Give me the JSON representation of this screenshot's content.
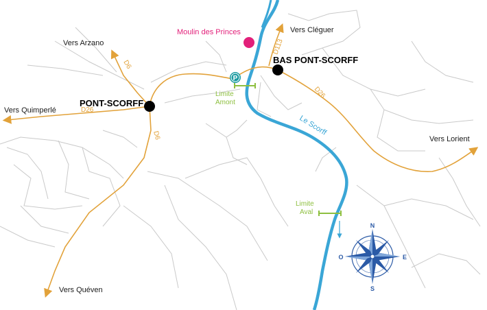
{
  "colors": {
    "road": "#e2a23a",
    "river": "#3aa6d6",
    "limit": "#8dbf3f",
    "poi": "#e2207a",
    "compass": "#2b5aa6",
    "minor_road": "#c9c9c9"
  },
  "towns": {
    "pont_scorff": "PONT-SCORFF",
    "bas_pont_scorff": "BAS PONT-SCORFF"
  },
  "poi": {
    "moulin": "Moulin des Princes"
  },
  "destinations": {
    "arzano": "Vers Arzano",
    "cleguer": "Vers Cléguer",
    "quimperle": "Vers Quimperlé",
    "lorient": "Vers Lorient",
    "queven": "Vers Quéven"
  },
  "roads": {
    "d6_north": "D6",
    "d6_south": "D6",
    "d26_west": "D26",
    "d26_east": "D26",
    "d113": "D113"
  },
  "river": {
    "name": "Le Scorff"
  },
  "limits": {
    "amont_line1": "Limite",
    "amont_line2": "Amont",
    "aval_line1": "Limite",
    "aval_line2": "Aval"
  },
  "compass": {
    "north": "N",
    "south": "S",
    "east": "E",
    "west": "O"
  },
  "icons": {
    "parking": "parking-icon",
    "compass": "compass-rose-icon",
    "flow_arrow": "flow-arrow-icon"
  }
}
